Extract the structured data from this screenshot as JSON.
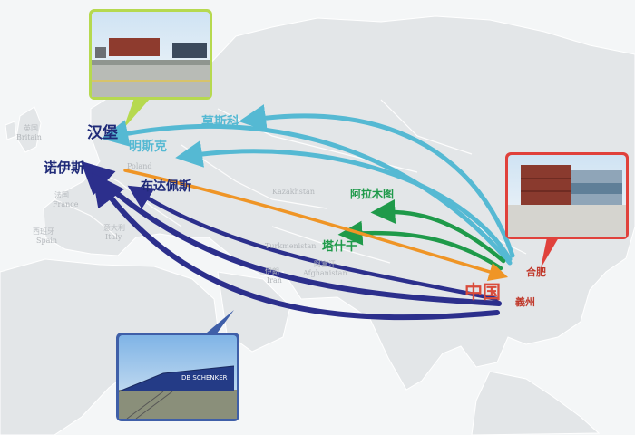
{
  "map": {
    "route_labels": {
      "hamburg": "汉堡",
      "minsk": "明斯克",
      "moscow": "莫斯科",
      "duisburg": "诺伊斯",
      "budapest": "布达佩斯",
      "almaty": "阿拉木图",
      "tashkent": "塔什干",
      "china": "中国",
      "hefei": "合肥",
      "yiwu": "義州"
    },
    "faint_labels": {
      "britain_cn": "英国",
      "britain": "Britain",
      "france_cn": "法国",
      "france": "France",
      "spain_cn": "西班牙",
      "spain": "Spain",
      "italy_cn": "意大利",
      "italy": "Italy",
      "poland": "Poland",
      "kazakhstan": "Kazakhstan",
      "turkmenistan": "Turkmenistan",
      "iran_cn": "伊朗",
      "iran": "Iran",
      "afghanistan_cn": "阿富汗",
      "afghanistan": "Afghanistan"
    },
    "photo_captions": {
      "train_lettering": "DB SCHENKER"
    },
    "colors": {
      "navy_route": "#2c2f8c",
      "cyan_route": "#55b9d3",
      "green_route": "#1f9a4a",
      "orange_route": "#ef9526",
      "china_label": "#d94c3b",
      "hefei_label": "#c0392b",
      "land": "#e3e6e8",
      "sea": "#f4f6f7",
      "photo_border_green": "#b6d94f",
      "photo_border_red": "#e0413b",
      "photo_border_blue": "#3f5fa8"
    }
  }
}
